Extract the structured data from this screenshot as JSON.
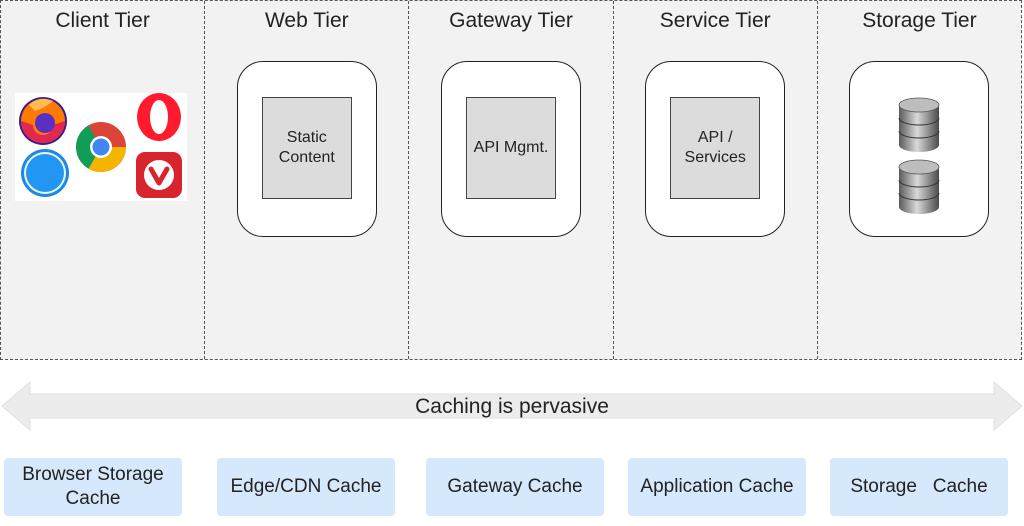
{
  "tiers": [
    {
      "title": "Client Tier"
    },
    {
      "title": "Web Tier",
      "box_label": "Static Content"
    },
    {
      "title": "Gateway Tier",
      "box_label": "API Mgmt."
    },
    {
      "title": "Service Tier",
      "box_label": "API / Services"
    },
    {
      "title": "Storage Tier"
    }
  ],
  "client_icons": [
    "firefox-icon",
    "chrome-icon",
    "opera-icon",
    "safari-icon",
    "vivaldi-icon"
  ],
  "storage_icons": [
    "database-icon",
    "database-icon"
  ],
  "banner": {
    "label": "Caching is pervasive"
  },
  "caches": [
    {
      "label": "Browser Storage Cache"
    },
    {
      "label": "Edge/CDN Cache"
    },
    {
      "label": "Gateway Cache"
    },
    {
      "label": "Application Cache"
    },
    {
      "label": "Storage   Cache"
    }
  ],
  "colors": {
    "tier_bg": "#f2f2f2",
    "inner_box": "#dcdcdc",
    "cache_bg": "#d6e8fb",
    "arrow": "#ececec"
  }
}
